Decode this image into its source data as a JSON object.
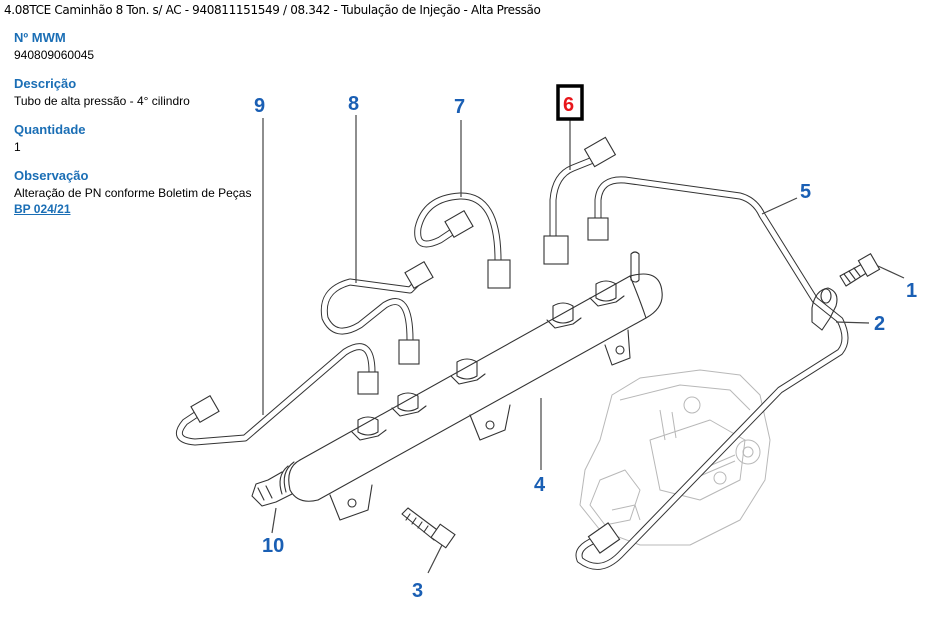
{
  "header": {
    "title": "4.08TCE Caminhão 8 Ton. s/ AC - 940811151549  /  08.342 - Tubulação de Injeção - Alta Pressão"
  },
  "part_info": {
    "mwm_label": "Nº MWM",
    "mwm_value": "940809060045",
    "description_label": "Descrição",
    "description_value": "Tubo de alta pressão - 4° cilindro",
    "quantity_label": "Quantidade",
    "quantity_value": "1",
    "observation_label": "Observação",
    "observation_text": "Alteração de PN conforme Boletim de Peças",
    "observation_link": "BP 024/21"
  },
  "diagram": {
    "selected_callout": "6",
    "callouts": {
      "c1": "1",
      "c2": "2",
      "c3": "3",
      "c4": "4",
      "c5": "5",
      "c6": "6",
      "c7": "7",
      "c8": "8",
      "c9": "9",
      "c10": "10"
    },
    "colors": {
      "callout": "#1a5fb4",
      "selected": "#e8161b",
      "label": "#1a6eb5"
    }
  }
}
